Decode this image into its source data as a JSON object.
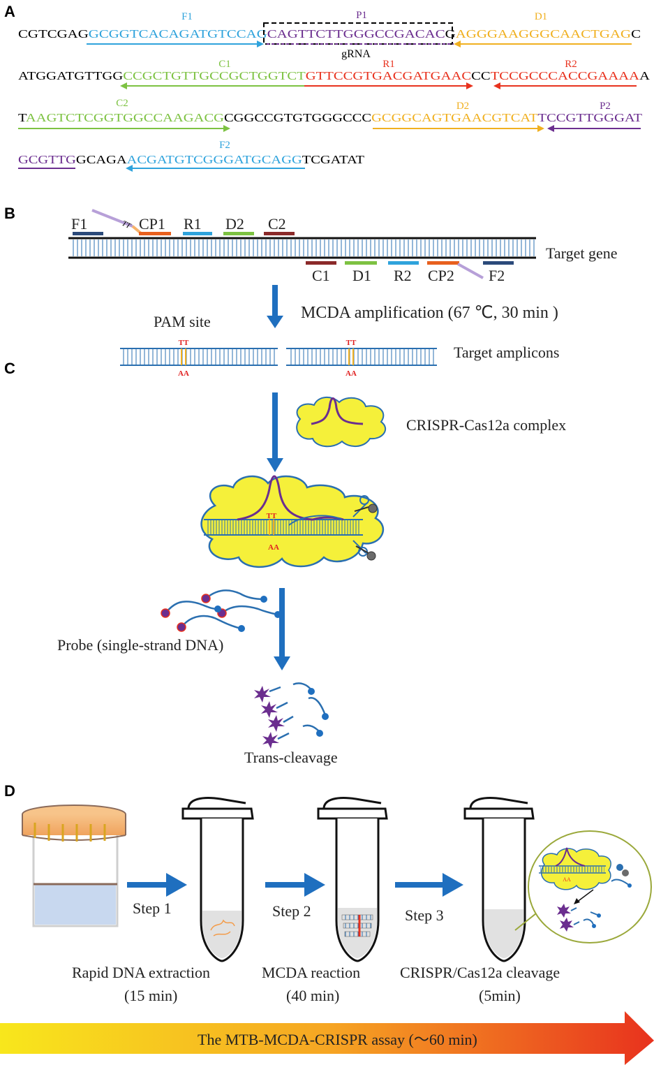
{
  "panels": {
    "a": "A",
    "b": "B",
    "c": "C",
    "d": "D"
  },
  "sequence": {
    "line1": [
      {
        "text": "CGTCGAG",
        "color": "#000000"
      },
      {
        "text": "GCGGTCACAGATGTCCAG",
        "color": "#2fa3dc"
      },
      {
        "text": "CAGTTCTTGGGCCGACAC",
        "color": "#6b2e8f"
      },
      {
        "text": "G",
        "color": "#000000"
      },
      {
        "text": "AGGGAAGGGCAACTGAG",
        "color": "#f0b020"
      },
      {
        "text": "C",
        "color": "#000000"
      }
    ],
    "line2": [
      {
        "text": "ATGGATGTTGG",
        "color": "#000000"
      },
      {
        "text": "CCGCTGTTGCCGCTGGTCT",
        "color": "#7dc242"
      },
      {
        "text": "GTTCCGTGACGATGAAC",
        "color": "#e8321e"
      },
      {
        "text": "CC",
        "color": "#000000"
      },
      {
        "text": "TCCGCCCACCGAAAA",
        "color": "#e8321e"
      },
      {
        "text": "A",
        "color": "#000000"
      }
    ],
    "line3": [
      {
        "text": "T",
        "color": "#000000"
      },
      {
        "text": "AAGTCTCGGTGGCCAAGACG",
        "color": "#7dc242"
      },
      {
        "text": "CGGCCGTGTGGGCCC",
        "color": "#000000"
      },
      {
        "text": "GCGGCAGTGAACGTCAT",
        "color": "#f0b020"
      },
      {
        "text": "TCCGTTGGGAT",
        "color": "#6b2e8f"
      }
    ],
    "line4": [
      {
        "text": "GCGTTG",
        "color": "#6b2e8f"
      },
      {
        "text": "GCAGA",
        "color": "#000000"
      },
      {
        "text": "ACGATGTCGGGATGCAGG",
        "color": "#2fa3dc"
      },
      {
        "text": "TCGATAT",
        "color": "#000000"
      }
    ],
    "primer_labels": {
      "f1": "F1",
      "p1": "P1",
      "d1": "D1",
      "c1": "C1",
      "r1": "R1",
      "r2": "R2",
      "c2": "C2",
      "d2": "D2",
      "p2": "P2",
      "f2": "F2"
    },
    "grna": "gRNA"
  },
  "panel_b": {
    "top_primers": [
      "F1",
      "CP1",
      "R1",
      "D2",
      "C2"
    ],
    "bottom_primers": [
      "C1",
      "D1",
      "R2",
      "CP2",
      "F2"
    ],
    "tt_tag": "TT",
    "target_gene": "Target gene",
    "amplification": "MCDA amplification (67 ℃, 30 min )",
    "pam_site": "PAM site",
    "target_amplicons": "Target amplicons",
    "pam_top": "TT",
    "pam_bottom": "AA"
  },
  "panel_c": {
    "complex": "CRISPR-Cas12a complex",
    "probe": "Probe (single-strand DNA)",
    "trans_cleavage": "Trans-cleavage"
  },
  "panel_d": {
    "step1": "Step 1",
    "step2": "Step 2",
    "step3": "Step 3",
    "label1": "Rapid DNA extraction",
    "time1": "(15 min)",
    "label2": "MCDA reaction",
    "time2": "(40 min)",
    "label3": "CRISPR/Cas12a cleavage",
    "time3": "(5min)",
    "assay": "The MTB-MCDA-CRISPR assay (～60 min)"
  },
  "colors": {
    "blue_arrow": "#1f6fbf",
    "complex_fill": "#f5f03a",
    "dna": "#2a6fb0",
    "purple": "#6b2e8f",
    "red": "#e8321e",
    "orange": "#f0b020",
    "green": "#7dc242",
    "cyan": "#2fa3dc"
  }
}
